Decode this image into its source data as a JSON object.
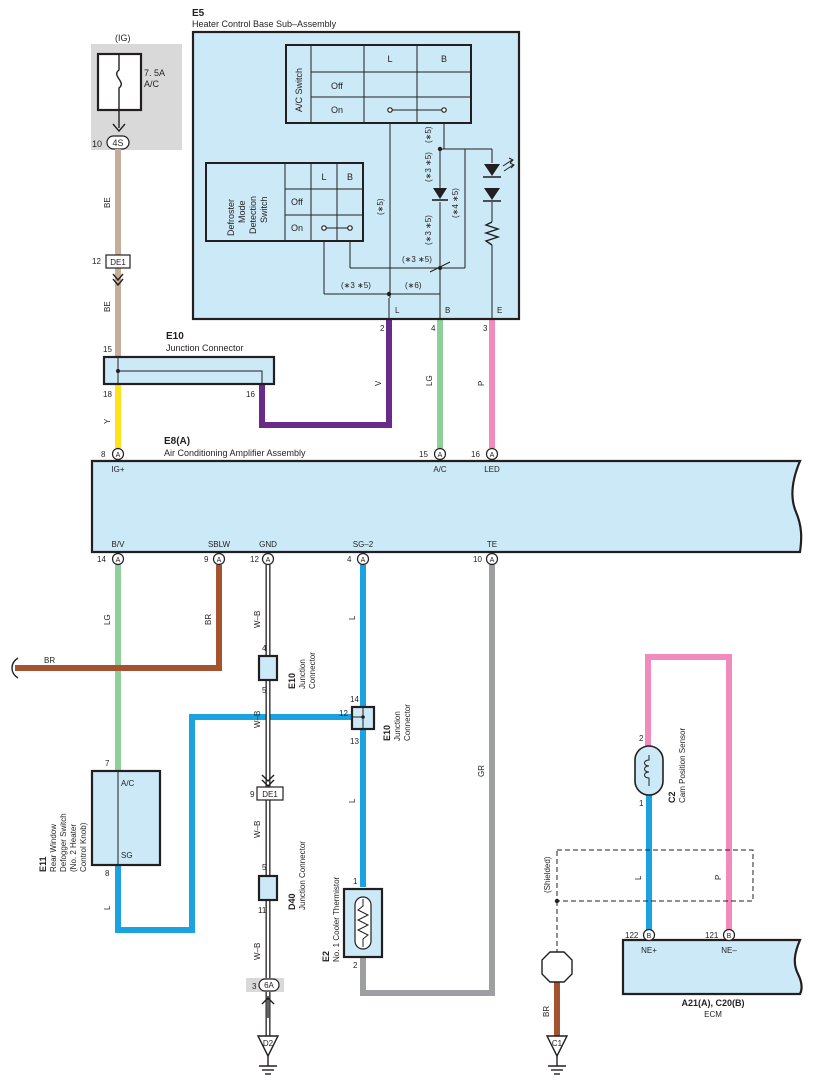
{
  "colors": {
    "box_fill": "#cce9f7",
    "wire_BE": "#c7ae9b",
    "wire_Y": "#ffe21a",
    "wire_V": "#6a2a8a",
    "wire_LG": "#8fcf9a",
    "wire_P": "#f28bbd",
    "wire_BR": "#a5532f",
    "wire_L": "#1aa3e0",
    "wire_GR": "#9d9fa2",
    "fuse_bg": "#d9d9da"
  },
  "fuse": {
    "ig": "(IG)",
    "rating": "7. 5A",
    "name": "A/C",
    "pin": "10",
    "conn": "4S"
  },
  "e5": {
    "code": "E5",
    "name": "Heater Control Base Sub–Assembly",
    "ac_switch": {
      "label": "A/C Switch",
      "col_l": "L",
      "col_b": "B",
      "off": "Off",
      "on": "On"
    },
    "defroster": {
      "l1": "Defroster",
      "l2": "Mode",
      "l3": "Detection",
      "l4": "Switch",
      "col_l": "L",
      "col_b": "B",
      "off": "Off",
      "on": "On"
    },
    "notes": {
      "n5a": "(∗5)",
      "n5b": "(∗5)",
      "n35a": "(∗3 ∗5)",
      "n45": "(∗4 ∗5)",
      "n35b": "(∗3 ∗5)",
      "n35c": "(∗3 ∗5)",
      "n35d": "(∗3 ∗5)",
      "n6": "(∗6)"
    },
    "pins": {
      "p2": "2",
      "pL": "L",
      "p4": "4",
      "pB": "B",
      "p3": "3",
      "pE": "E"
    }
  },
  "wires": {
    "be1": "BE",
    "be2": "BE",
    "y": "Y",
    "v": "V",
    "lg": "LG",
    "p": "P",
    "lg2": "LG",
    "br": "BR",
    "wb1": "W–B",
    "wb2": "W–B",
    "wb3": "W–B",
    "wb4": "W–B",
    "l1": "L",
    "l2": "L",
    "gr": "GR",
    "l3": "L",
    "l4": "L",
    "p2": "P",
    "br2": "BR",
    "br3": "BR"
  },
  "de1a": {
    "pin": "12",
    "name": "DE1"
  },
  "e10a": {
    "code": "E10",
    "name": "Junction Connector",
    "pin15": "15",
    "pin18": "18",
    "pin16": "16"
  },
  "e8": {
    "code": "E8(A)",
    "name": "Air Conditioning Amplifier Assembly",
    "letter": "A",
    "top": [
      {
        "pin": "8",
        "label": "IG+"
      },
      {
        "pin": "15",
        "label": "A/C"
      },
      {
        "pin": "16",
        "label": "LED"
      }
    ],
    "bottom": [
      {
        "pin": "14",
        "label": "B/V"
      },
      {
        "pin": "9",
        "label": "SBLW"
      },
      {
        "pin": "12",
        "label": "GND"
      },
      {
        "pin": "4",
        "label": "SG–2"
      },
      {
        "pin": "10",
        "label": "TE"
      }
    ]
  },
  "e10b": {
    "code": "E10",
    "l1": "Junction",
    "l2": "Connector",
    "pin4": "4",
    "pin5": "5"
  },
  "e10c": {
    "code": "E10",
    "l1": "Junction",
    "l2": "Connector",
    "pin14": "14",
    "pin12": "12",
    "pin13": "13"
  },
  "de1b": {
    "pin": "9",
    "name": "DE1"
  },
  "d40": {
    "code": "D40",
    "name": "Junction Connector",
    "pin5": "5",
    "pin11": "11"
  },
  "j6a": {
    "pin": "3",
    "name": "6A"
  },
  "ground": {
    "d2": "D2",
    "c1": "C1"
  },
  "e11": {
    "code": "E11",
    "l1": "Rear Window",
    "l2": "Defogger Switch",
    "l3": "(No. 2 Heater",
    "l4": "Control Knob)",
    "ac": "A/C",
    "sg": "SG",
    "pin7": "7",
    "pin8": "8"
  },
  "e2": {
    "code": "E2",
    "name": "No. 1 Cooler Thermistor",
    "pin1": "1",
    "pin2": "2"
  },
  "c2": {
    "code": "C2",
    "name": "Cam Position Sensor",
    "pin2": "2",
    "pin1": "1"
  },
  "shielded": "(Shielded)",
  "ecm": {
    "code": "A21(A), C20(B)",
    "name": "ECM",
    "letter": "B",
    "pin122": "122",
    "label122": "NE+",
    "pin121": "121",
    "label121": "NE–"
  }
}
